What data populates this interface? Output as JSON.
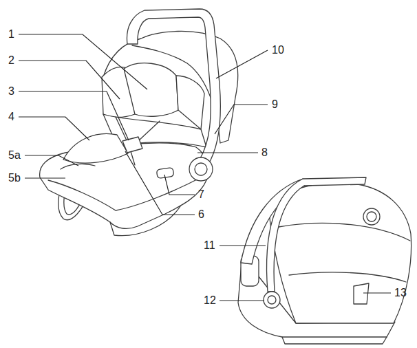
{
  "diagram": {
    "labels": [
      "1",
      "2",
      "3",
      "4",
      "5a",
      "5b",
      "6",
      "7",
      "8",
      "9",
      "10",
      "11",
      "12",
      "13"
    ]
  }
}
